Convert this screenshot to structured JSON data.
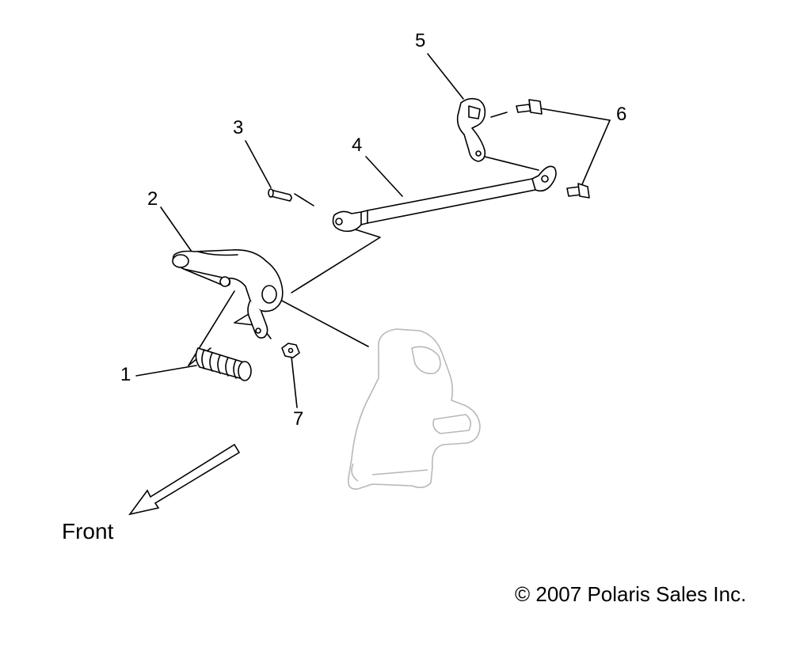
{
  "callouts": {
    "c1": "1",
    "c2": "2",
    "c3": "3",
    "c4": "4",
    "c5": "5",
    "c6": "6",
    "c7": "7"
  },
  "direction_label": "Front",
  "copyright": "© 2007 Polaris Sales Inc.",
  "colors": {
    "line": "#000000",
    "ghost_part": "#b8b8b8",
    "background": "#ffffff"
  }
}
